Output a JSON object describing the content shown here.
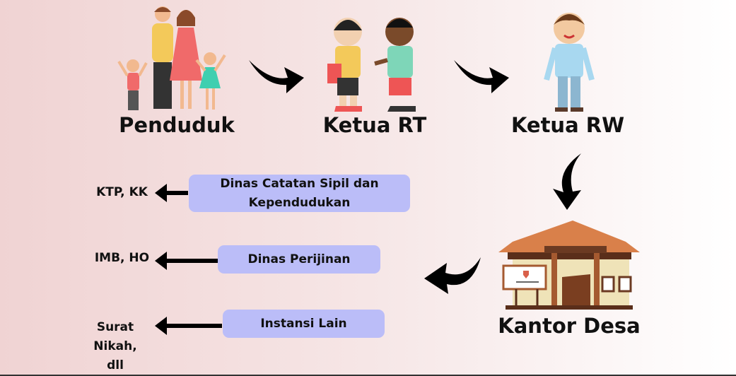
{
  "nodes": {
    "penduduk": "Penduduk",
    "ketua_rt": "Ketua RT",
    "ketua_rw": "Ketua RW",
    "kantor_desa": "Kantor Desa"
  },
  "offices": [
    {
      "label": "Dinas Catatan Sipil dan Kependudukan",
      "output": "KTP, KK"
    },
    {
      "label": "Dinas Perijinan",
      "output": "IMB, HO"
    },
    {
      "label": "Instansi Lain",
      "output": "Surat Nikah, dll"
    }
  ],
  "colors": {
    "box": "#bbbdf8",
    "arrow": "#000000",
    "roof": "#d9804a",
    "wall": "#efe3b8"
  }
}
